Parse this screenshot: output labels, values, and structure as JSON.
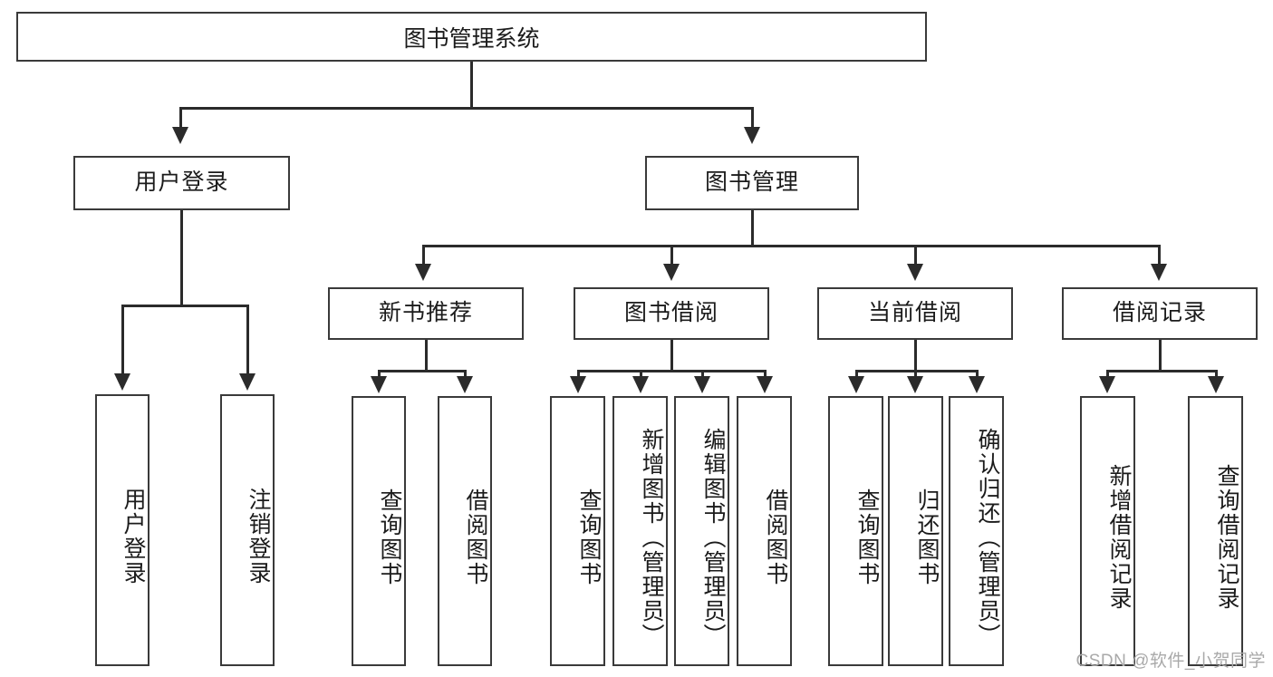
{
  "diagram": {
    "title": "图书管理系统",
    "type": "tree-hierarchy",
    "root": {
      "label": "图书管理系统"
    },
    "level2": [
      {
        "label": "用户登录"
      },
      {
        "label": "图书管理"
      }
    ],
    "level3": [
      {
        "label": "新书推荐"
      },
      {
        "label": "图书借阅"
      },
      {
        "label": "当前借阅"
      },
      {
        "label": "借阅记录"
      }
    ],
    "leaves": {
      "user_login": [
        {
          "label": "用户登录"
        },
        {
          "label": "注销登录"
        }
      ],
      "new_book_recommend": [
        {
          "label": "查询图书"
        },
        {
          "label": "借阅图书"
        }
      ],
      "book_borrow": [
        {
          "label": "查询图书"
        },
        {
          "label": "新增图书（管理员）"
        },
        {
          "label": "编辑图书（管理员）"
        },
        {
          "label": "借阅图书"
        }
      ],
      "current_borrow": [
        {
          "label": "查询图书"
        },
        {
          "label": "归还图书"
        },
        {
          "label": "确认归还（管理员）"
        }
      ],
      "borrow_record": [
        {
          "label": "新增借阅记录"
        },
        {
          "label": "查询借阅记录"
        }
      ]
    }
  },
  "watermark": {
    "text": "CSDN @软件_小贺同学"
  },
  "colors": {
    "box_border": "#3a3a3a",
    "connector": "#2b2b2b",
    "text": "#1b1b1b",
    "background": "#ffffff",
    "watermark": "#a9a9a9"
  }
}
